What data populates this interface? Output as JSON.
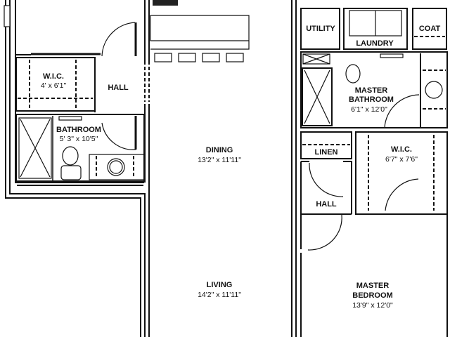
{
  "rooms": {
    "wic_left": {
      "name": "W.I.C.",
      "size": "4' x 6'1\""
    },
    "hall_left": {
      "name": "HALL"
    },
    "bathroom": {
      "name": "BATHROOM",
      "size": "5' 3\" x 10'5\""
    },
    "dining": {
      "name": "DINING",
      "size": "13'2\" x 11'11\""
    },
    "living": {
      "name": "LIVING",
      "size": "14'2\" x 11'11\""
    },
    "utility": {
      "name": "UTILITY"
    },
    "laundry": {
      "name": "LAUNDRY"
    },
    "coat": {
      "name": "COAT"
    },
    "master_bathroom": {
      "name1": "MASTER",
      "name2": "BATHROOM",
      "size": "6'1\" x 12'0\""
    },
    "linen": {
      "name": "LINEN"
    },
    "wic_right": {
      "name": "W.I.C.",
      "size": "6'7\" x 7'6\""
    },
    "hall_right": {
      "name": "HALL"
    },
    "master_bedroom": {
      "name1": "MASTER",
      "name2": "BEDROOM",
      "size": "13'9\" x 12'0\""
    }
  }
}
